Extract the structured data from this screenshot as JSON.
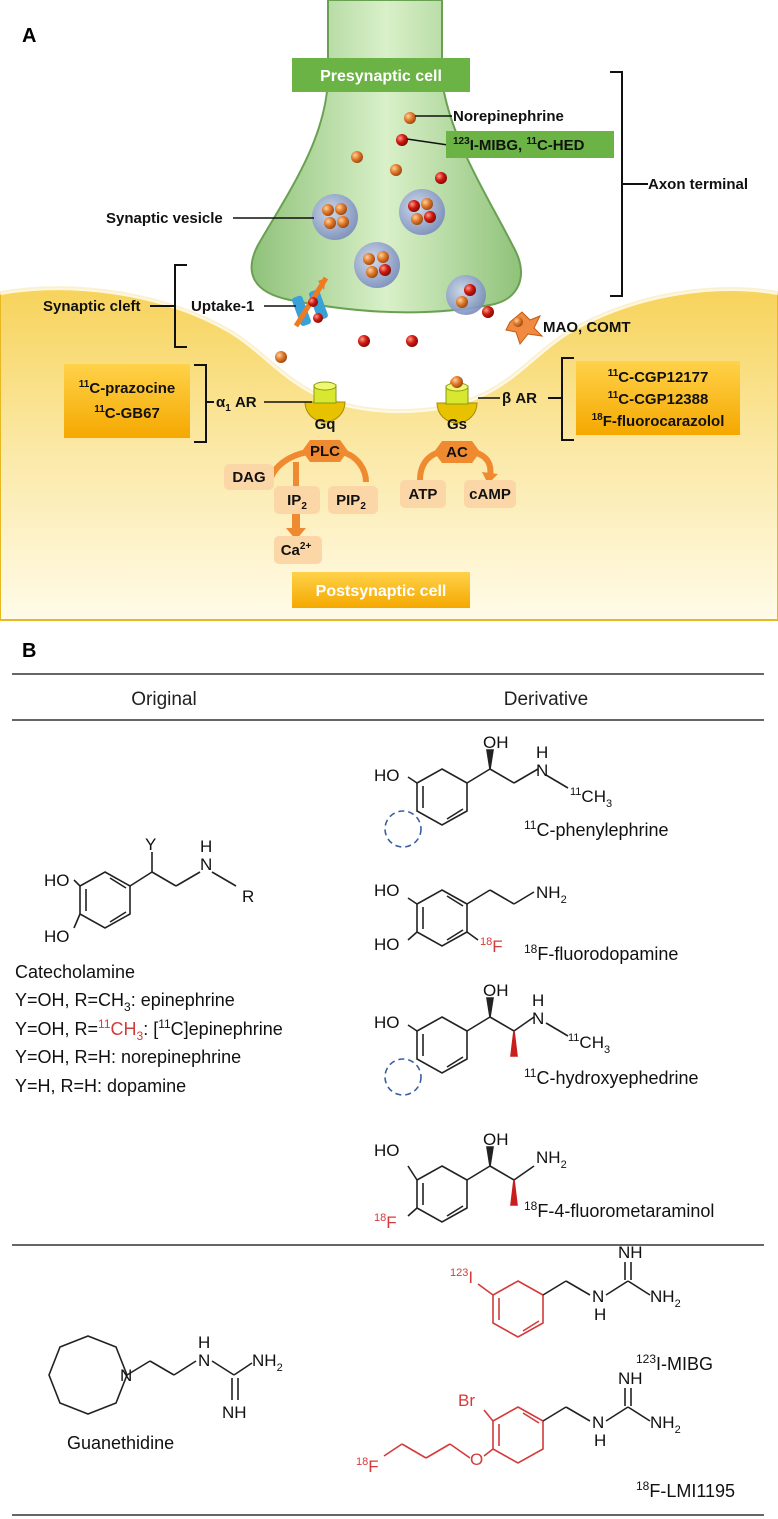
{
  "panel_a": {
    "label": "A",
    "presynaptic": "Presynaptic cell",
    "postsynaptic": "Postsynaptic cell",
    "norepinephrine": "Norepinephrine",
    "tracer_mibg": "123I-MIBG, 11C-HED",
    "axon_terminal": "Axon terminal",
    "synaptic_vesicle": "Synaptic vesicle",
    "synaptic_cleft": "Synaptic cleft",
    "uptake": "Uptake-1",
    "mao": "MAO, COMT",
    "alpha_tracers": [
      "11C-prazocine",
      "11C-GB67"
    ],
    "alpha_ar": "α1 AR",
    "beta_ar": "β AR",
    "beta_tracers": [
      "11C-CGP12177",
      "11C-CGP12388",
      "18F-fluorocarazolol"
    ],
    "gq": "Gq",
    "plc": "PLC",
    "dag": "DAG",
    "ip2": "IP2",
    "pip2": "PIP2",
    "ca": "Ca2+",
    "gs": "Gs",
    "ac": "AC",
    "atp": "ATP",
    "camp": "cAMP"
  },
  "panel_b": {
    "label": "B",
    "col_original": "Original",
    "col_derivative": "Derivative",
    "catecholamine": {
      "name": "Catecholamine",
      "lines": [
        "Y=OH, R=CH3: epinephrine",
        "Y=OH, R=11CH3: [11C]epinephrine",
        "Y=OH, R=H: norepinephrine",
        "Y=H, R=H: dopamine"
      ]
    },
    "derivatives_cat": [
      "11C-phenylephrine",
      "18F-fluorodopamine",
      "11C-hydroxyephedrine",
      "18F-4-fluorometaraminol"
    ],
    "guanethidine": "Guanethidine",
    "derivatives_gua": [
      "123I-MIBG",
      "18F-LMI1195"
    ]
  }
}
